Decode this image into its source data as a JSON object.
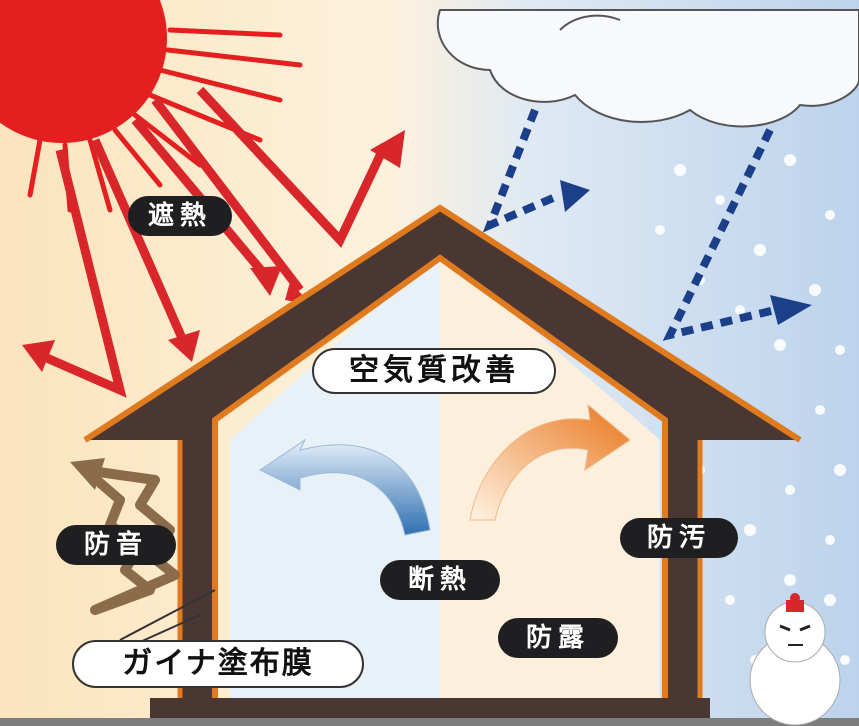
{
  "labels": {
    "heat_shield": "遮熱",
    "air_quality": "空気質改善",
    "soundproof": "防音",
    "antifouling": "防汚",
    "insulation": "断熱",
    "anti_condensation": "防露",
    "coating_film": "ガイナ塗布膜"
  },
  "colors": {
    "sun": "#e3201f",
    "warm_sky": "#fbe6c3",
    "cold_sky": "#c9dcf0",
    "roof_dark": "#4a3733",
    "roof_orange": "#e07a1e",
    "sun_arrow": "#d8262b",
    "rain_arrow": "#1c3f8a",
    "cool_arrow": "#3f7fc0",
    "warm_arrow": "#e9781e",
    "noise_wave": "#8a6b4a"
  },
  "icons": [
    "sun-icon",
    "cloud-icon",
    "snowman-icon"
  ]
}
